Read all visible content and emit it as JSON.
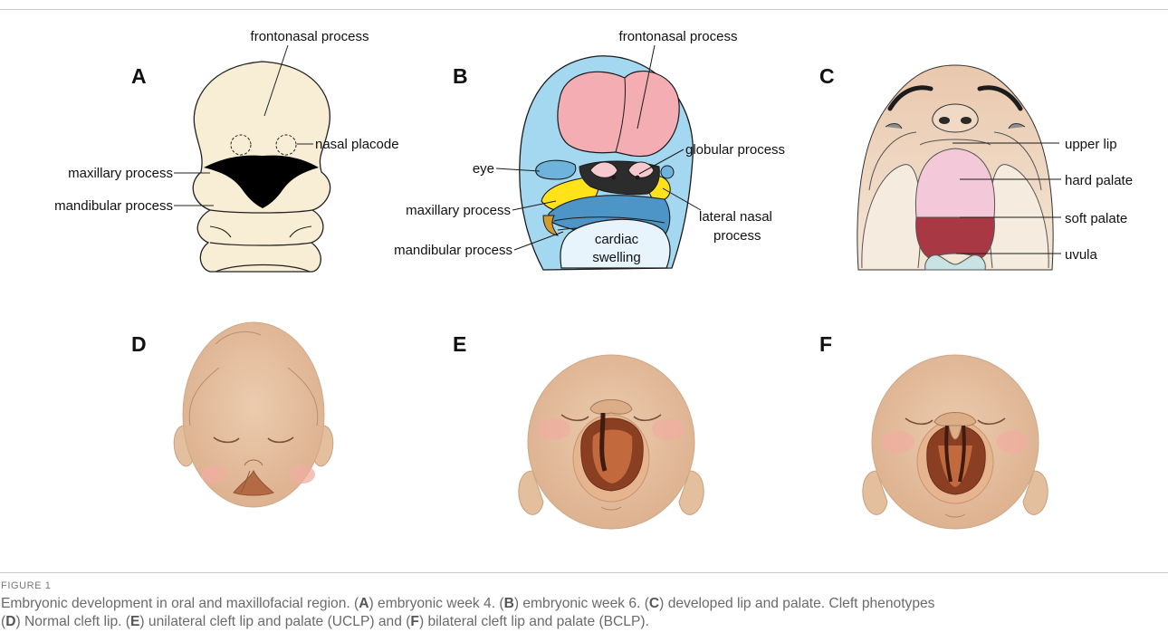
{
  "panels": {
    "A": {
      "letter": "A",
      "labels": {
        "frontonasal": "frontonasal process",
        "nasal_placode": "nasal placode",
        "maxillary": "maxillary process",
        "mandibular": "mandibular process"
      }
    },
    "B": {
      "letter": "B",
      "labels": {
        "frontonasal": "frontonasal process",
        "globular": "globular process",
        "eye": "eye",
        "maxillary": "maxillary process",
        "lateral_nasal_1": "lateral nasal",
        "lateral_nasal_2": "process",
        "mandibular": "mandibular process",
        "cardiac_1": "cardiac",
        "cardiac_2": "swelling"
      }
    },
    "C": {
      "letter": "C",
      "labels": {
        "upper_lip": "upper lip",
        "hard_palate": "hard palate",
        "soft_palate": "soft palate",
        "uvula": "uvula"
      }
    },
    "D": {
      "letter": "D"
    },
    "E": {
      "letter": "E"
    },
    "F": {
      "letter": "F"
    }
  },
  "caption": {
    "label": "FIGURE 1",
    "line1_parts": [
      "Embryonic development in oral and maxillofacial region. (",
      "A",
      ") embryonic week 4. (",
      "B",
      ") embryonic week 6. (",
      "C",
      ") developed lip and palate. Cleft phenotypes"
    ],
    "line2_parts": [
      "(",
      "D",
      ") Normal cleft lip. (",
      "E",
      ") unilateral cleft lip and palate (UCLP) and (",
      "F",
      ") bilateral cleft lip and palate (BCLP)."
    ]
  },
  "colors": {
    "skin": "#f7eed5",
    "baby_skin": "#e9c7a7",
    "cheek": "#f2b3a8",
    "blue": "#9ed4ef",
    "pink": "#f2aeb4",
    "yellow": "#ffe21a",
    "steel_blue": "#5aa0cc",
    "mouth_dark": "#8a3f23"
  }
}
